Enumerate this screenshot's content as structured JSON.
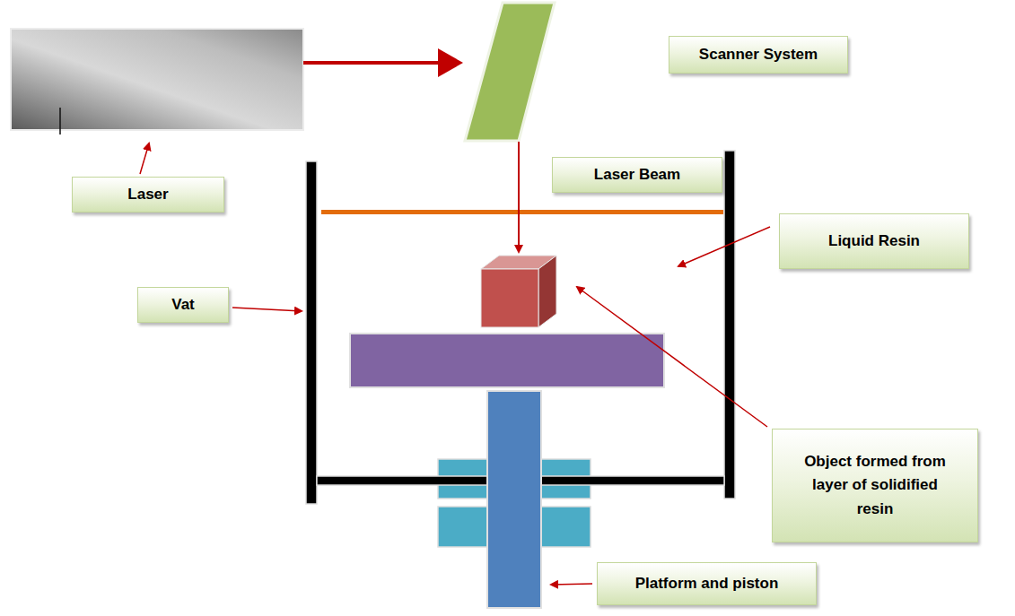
{
  "diagram": {
    "nodes": [
      {
        "text": [
          "Scanner System"
        ]
      },
      {
        "text": [
          "Laser Beam"
        ]
      },
      {
        "text": [
          "Laser"
        ]
      },
      {
        "text": [
          "Liquid Resin"
        ]
      },
      {
        "text": [
          "Vat"
        ]
      },
      {
        "text": [
          "Object formed from layer of solidified resin"
        ]
      },
      {
        "text": [
          "Platform and piston"
        ]
      }
    ]
  }
}
